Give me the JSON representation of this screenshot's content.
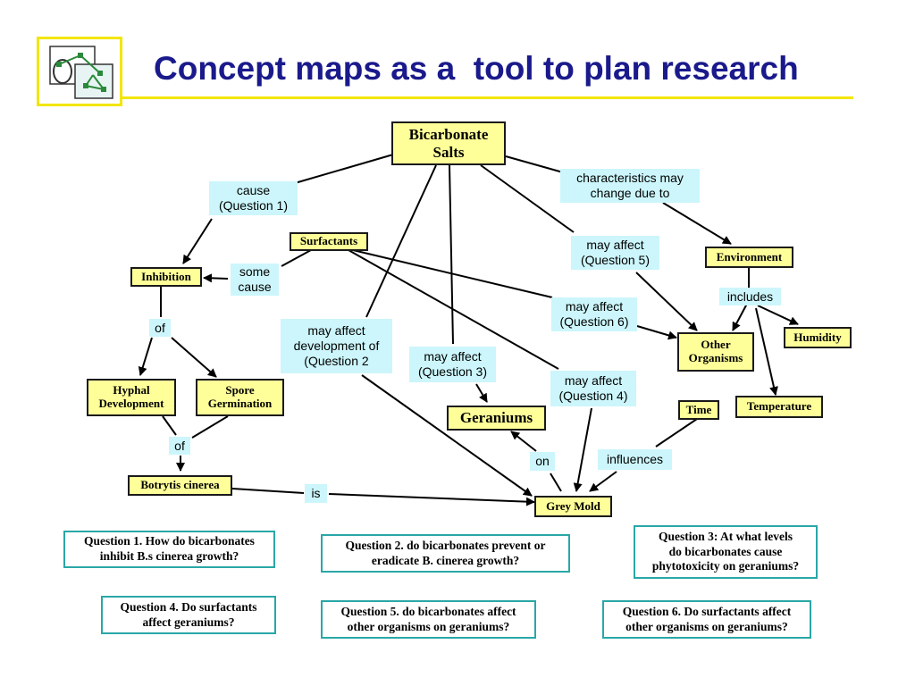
{
  "slide": {
    "title": "Concept maps as a  tool to plan research",
    "logo_icon": "concept-map-icon",
    "colors": {
      "title": "#1a1a8c",
      "accent_rule": "#f2e600",
      "node_fill": "#ffff99",
      "label_fill": "#ccf6fb",
      "question_border": "#2aa7a7"
    }
  },
  "nodes": {
    "bicarbonate": "Bicarbonate\nSalts",
    "surfactants": "Surfactants",
    "inhibition": "Inhibition",
    "environment": "Environment",
    "hyphal": "Hyphal\nDevelopment",
    "spore": "Spore\nGermination",
    "other_organisms": "Other\nOrganisms",
    "humidity": "Humidity",
    "geraniums": "Geraniums",
    "time": "Time",
    "temperature": "Temperature",
    "botrytis": "Botrytis cinerea",
    "grey_mold": "Grey Mold"
  },
  "links": {
    "cause_q1": "cause\n(Question 1)",
    "char_change": "characteristics may\nchange due to",
    "some_cause": "some\ncause",
    "may_affect_q5": "may affect\n(Question 5)",
    "includes": "includes",
    "of_1": "of",
    "may_affect_dev_q2": "may affect\ndevelopment of\n(Question 2",
    "may_affect_q6": "may affect\n(Question 6)",
    "may_affect_q3": "may affect\n(Question 3)",
    "may_affect_q4": "may affect\n(Question 4)",
    "of_2": "of",
    "on": "on",
    "influences": "influences",
    "is": "is"
  },
  "questions": {
    "q1": "Question 1. How do bicarbonates\ninhibit B.s cinerea growth?",
    "q2": "Question 2. do bicarbonates prevent or\neradicate B. cinerea growth?",
    "q3": "Question 3: At what levels\ndo bicarbonates cause\nphytotoxicity on geraniums?",
    "q4": "Question 4. Do surfactants\naffect geraniums?",
    "q5": "Question 5. do bicarbonates affect\nother organisms on geraniums?",
    "q6": "Question 6. Do surfactants affect\nother organisms on geraniums?"
  }
}
